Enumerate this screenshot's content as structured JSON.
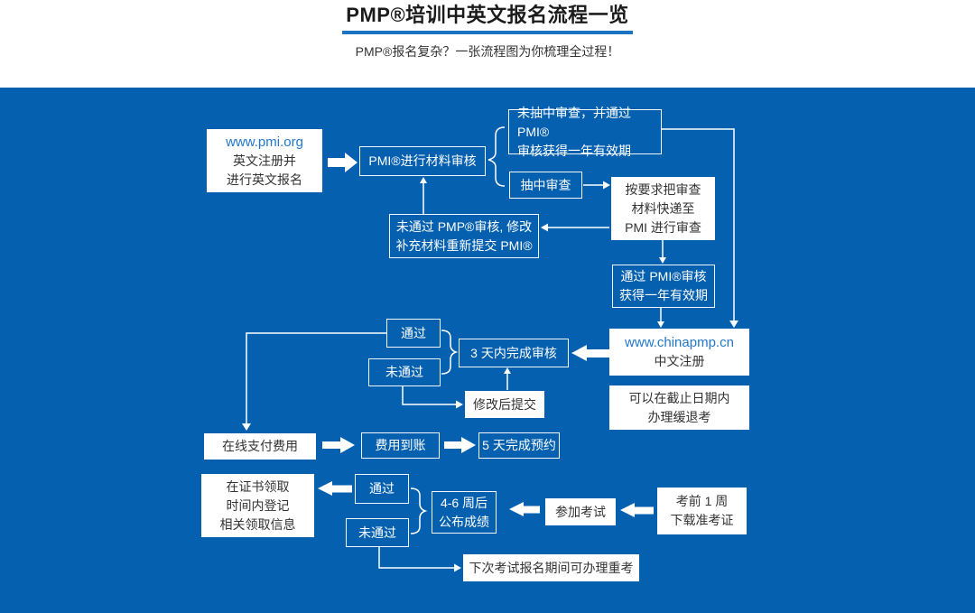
{
  "page": {
    "title": "PMP®培训中英文报名流程一览",
    "subtitle": "PMP®报名复杂？一张流程图为你梳理全过程！"
  },
  "colors": {
    "panel_blue": "#0560AF",
    "underline_blue": "#1B73C2",
    "link_blue": "#2277C8",
    "dark_text": "#333333",
    "line_white": "#FFFFFF"
  },
  "nodes": {
    "pmi_register": {
      "line1": "www.pmi.org",
      "line2": "英文注册并",
      "line3": "进行英文报名"
    },
    "pmi_review": {
      "line1": "PMI®进行材料审核"
    },
    "not_sampled": {
      "line1": "未抽中审查，并通过 PMI®",
      "line2": "审核获得一年有效期"
    },
    "sampled": {
      "line1": "抽中审查"
    },
    "express": {
      "line1": "按要求把审查",
      "line2": "材料快递至",
      "line3": "PMI 进行审查"
    },
    "pmi_pass": {
      "line1": "通过 PMI®审核",
      "line2": "获得一年有效期"
    },
    "chinapmp": {
      "line1": "www.chinapmp.cn",
      "line2": "中文注册"
    },
    "defer": {
      "line1": "可以在截止日期内",
      "line2": "办理缓退考"
    },
    "resubmit_pmi": {
      "line1": "未通过 PMP®审核, 修改",
      "line2": "补充材料重新提交 PMI®"
    },
    "pass1": {
      "line1": "通过"
    },
    "fail1": {
      "line1": "未通过"
    },
    "review3": {
      "line1": "3 天内完成审核"
    },
    "resubmit": {
      "line1": "修改后提交"
    },
    "pay": {
      "line1": "在线支付费用"
    },
    "fee": {
      "line1": "费用到账"
    },
    "reserve": {
      "line1": "5 天完成预约"
    },
    "cert": {
      "line1": "在证书领取",
      "line2": "时间内登记",
      "line3": "相关领取信息"
    },
    "pass2": {
      "line1": "通过"
    },
    "fail2": {
      "line1": "未通过"
    },
    "weeks": {
      "line1": "4-6 周后",
      "line2": "公布成绩"
    },
    "exam": {
      "line1": "参加考试"
    },
    "admit": {
      "line1": "考前 1 周",
      "line2": "下载准考证"
    },
    "retake": {
      "line1": "下次考试报名期间可办理重考"
    }
  }
}
